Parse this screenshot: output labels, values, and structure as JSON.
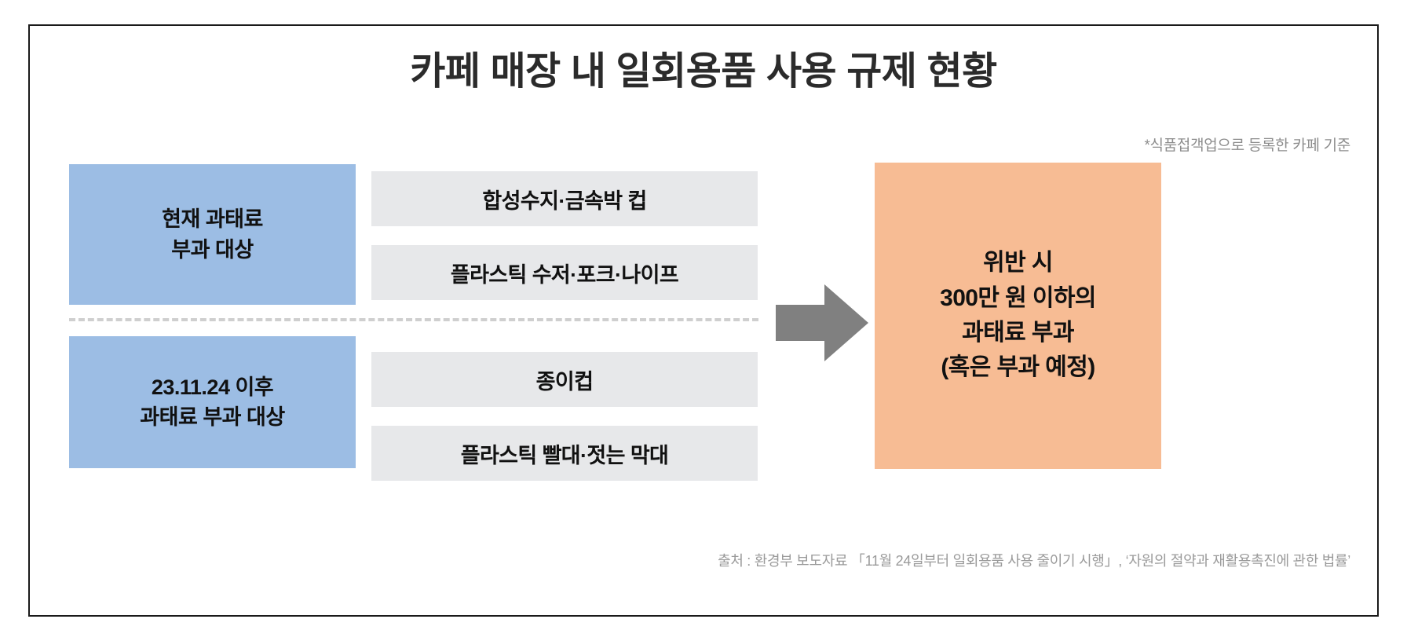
{
  "header": {
    "title": "카페 매장 내 일회용품 사용 규제 현황",
    "footnote": "*식품접객업으로 등록한 카페 기준"
  },
  "categories": [
    {
      "label_line1": "현재 과태료",
      "label_line2": "부과 대상",
      "color": "#9cbde4"
    },
    {
      "label_line1": "23.11.24 이후",
      "label_line2": "과태료 부과 대상",
      "color": "#9cbde4"
    }
  ],
  "items": [
    {
      "label": "합성수지·금속박 컵"
    },
    {
      "label": "플라스틱 수저·포크·나이프"
    },
    {
      "label": "종이컵"
    },
    {
      "label": "플라스틱 빨대·젓는 막대"
    }
  ],
  "arrow": {
    "icon": "arrow-right-icon",
    "color": "#808080"
  },
  "result": {
    "line1": "위반 시",
    "line2": "300만 원 이하의",
    "line3": "과태료 부과",
    "line4": "(혹은 부과 예정)",
    "color": "#f7bc94"
  },
  "footer": {
    "source": "출처 : 환경부 보도자료 「11월 24일부터 일회용품 사용 줄이기 시행」, ‘자원의 절약과 재활용촉진에 관한 법률’"
  },
  "colors": {
    "frame": "#1a1a1a",
    "title": "#2b2b2b",
    "item_bg": "#e7e8ea",
    "divider": "#cfcfcf",
    "muted_text": "#9a9a9a"
  }
}
